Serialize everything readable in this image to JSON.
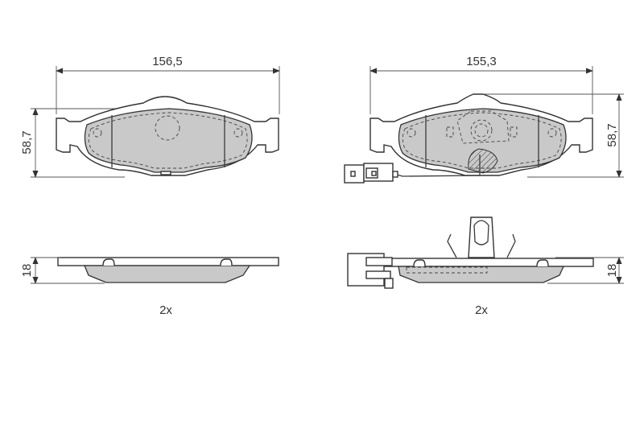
{
  "left_pad": {
    "width_dim": "156,5",
    "height_dim": "58,7",
    "thickness_dim": "18",
    "quantity": "2x"
  },
  "right_pad": {
    "width_dim": "155,3",
    "height_dim": "58,7",
    "thickness_dim": "18",
    "quantity": "2x"
  },
  "colors": {
    "friction": "#c9c9c9",
    "line": "#333333"
  }
}
